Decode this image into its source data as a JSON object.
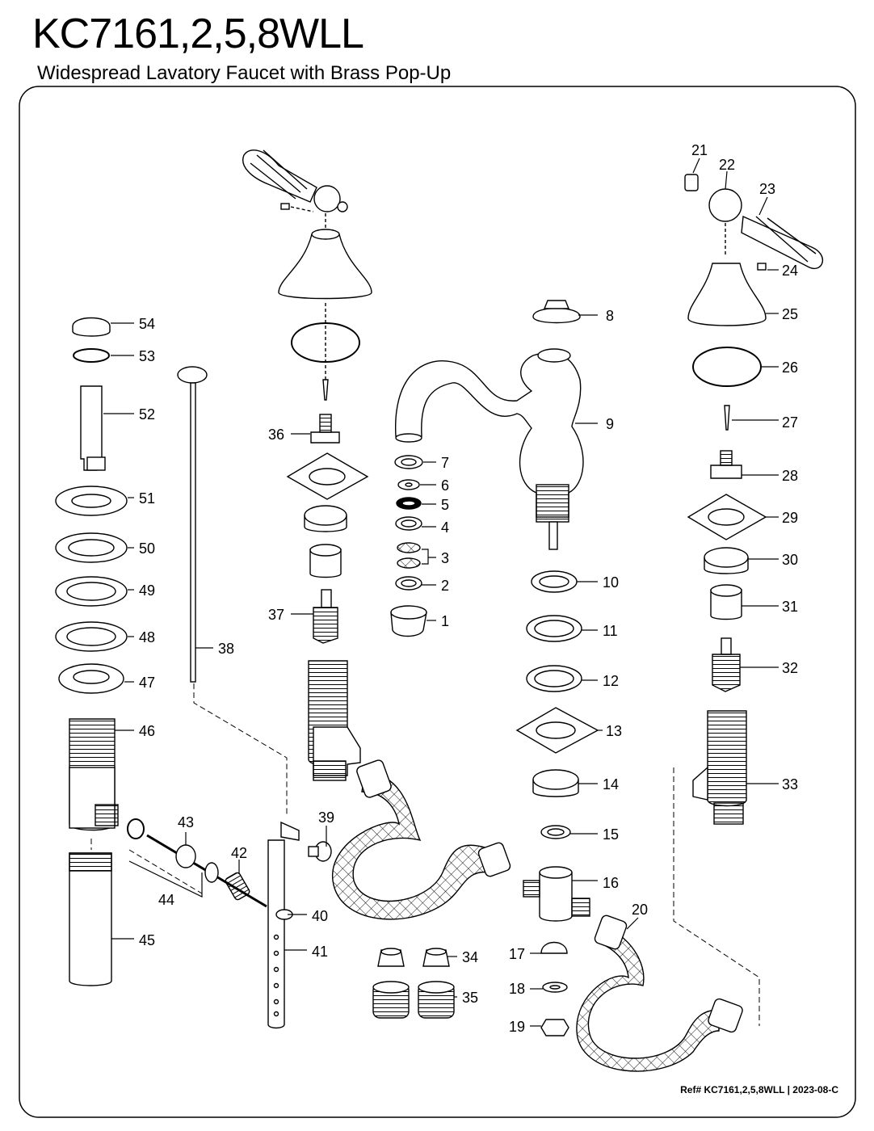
{
  "header": {
    "model": "KC7161,2,5,8WLL",
    "description": "Widespread Lavatory Faucet with Brass Pop-Up"
  },
  "footer": {
    "reference": "Ref# KC7161,2,5,8WLL | 2023-08-C"
  },
  "callouts": [
    "1",
    "2",
    "3",
    "4",
    "5",
    "6",
    "7",
    "8",
    "9",
    "10",
    "11",
    "12",
    "13",
    "14",
    "15",
    "16",
    "17",
    "18",
    "19",
    "20",
    "21",
    "22",
    "23",
    "24",
    "25",
    "26",
    "27",
    "28",
    "29",
    "30",
    "31",
    "32",
    "33",
    "34",
    "35",
    "36",
    "37",
    "38",
    "39",
    "40",
    "41",
    "42",
    "43",
    "44",
    "45",
    "46",
    "47",
    "48",
    "49",
    "50",
    "51",
    "52",
    "53",
    "54"
  ],
  "colors": {
    "line": "#000000",
    "background": "#ffffff",
    "shade": "#f2f2f2"
  }
}
